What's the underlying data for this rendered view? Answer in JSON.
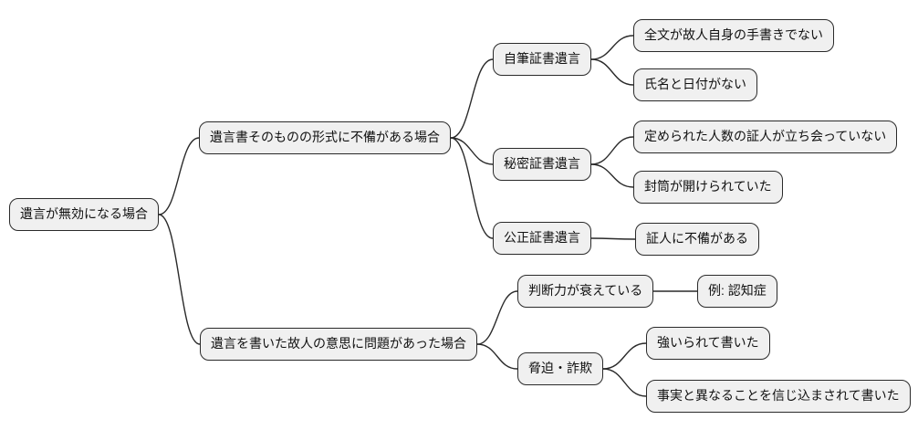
{
  "diagram": {
    "type": "mindmap",
    "language": "ja",
    "topic": "遺言が無効になる場合"
  },
  "nodes": {
    "root": {
      "label": "遺言が無効になる場合"
    },
    "form_defect": {
      "label": "遺言書そのものの形式に不備がある場合"
    },
    "holograph": {
      "label": "自筆証書遺言"
    },
    "holograph_not_handwritten": {
      "label": "全文が故人自身の手書きでない"
    },
    "holograph_no_name_date": {
      "label": "氏名と日付がない"
    },
    "secret": {
      "label": "秘密証書遺言"
    },
    "secret_witness_count": {
      "label": "定められた人数の証人が立ち会っていない"
    },
    "secret_envelope_opened": {
      "label": "封筒が開けられていた"
    },
    "notarial": {
      "label": "公正証書遺言"
    },
    "notarial_witness_defect": {
      "label": "証人に不備がある"
    },
    "intent_problem": {
      "label": "遺言を書いた故人の意思に問題があった場合"
    },
    "judgment_decline": {
      "label": "判断力が衰えている"
    },
    "dementia_example": {
      "label": "例: 認知症"
    },
    "coercion_fraud": {
      "label": "脅迫・詐欺"
    },
    "forced_to_write": {
      "label": "強いられて書いた"
    },
    "misled_to_write": {
      "label": "事実と異なることを信じ込まされて書いた"
    }
  },
  "edges": [
    [
      "root",
      "form_defect"
    ],
    [
      "root",
      "intent_problem"
    ],
    [
      "form_defect",
      "holograph"
    ],
    [
      "form_defect",
      "secret"
    ],
    [
      "form_defect",
      "notarial"
    ],
    [
      "holograph",
      "holograph_not_handwritten"
    ],
    [
      "holograph",
      "holograph_no_name_date"
    ],
    [
      "secret",
      "secret_witness_count"
    ],
    [
      "secret",
      "secret_envelope_opened"
    ],
    [
      "notarial",
      "notarial_witness_defect"
    ],
    [
      "intent_problem",
      "judgment_decline"
    ],
    [
      "intent_problem",
      "coercion_fraud"
    ],
    [
      "judgment_decline",
      "dementia_example"
    ],
    [
      "coercion_fraud",
      "forced_to_write"
    ],
    [
      "coercion_fraud",
      "misled_to_write"
    ]
  ],
  "colors": {
    "background": "#ffffff",
    "node_fill": "#f0f0f0",
    "node_border": "#2a2a2a",
    "edge": "#2a2a2a"
  }
}
